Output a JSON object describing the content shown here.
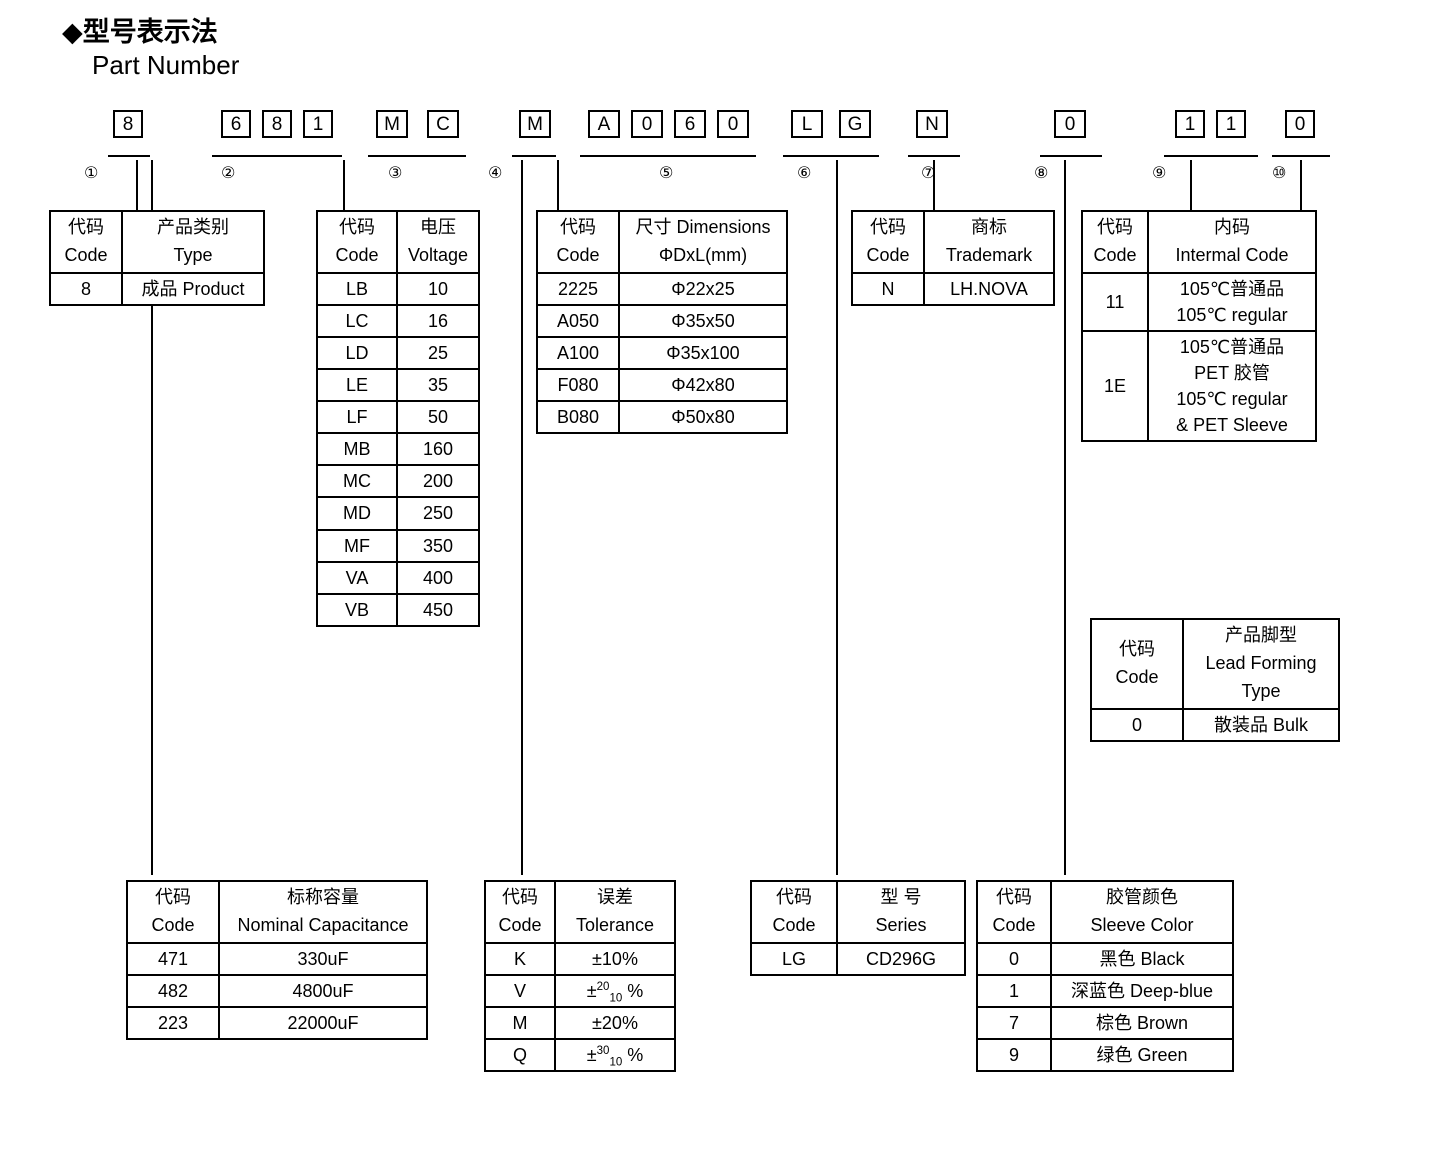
{
  "heading": {
    "cn": "◆型号表示法",
    "en": "Part Number"
  },
  "part_number_boxes": [
    {
      "label": "8",
      "group": 1
    },
    {
      "label": "6",
      "group": 2
    },
    {
      "label": "8",
      "group": 2
    },
    {
      "label": "1",
      "group": 2
    },
    {
      "label": "M",
      "group": 3
    },
    {
      "label": "C",
      "group": 3
    },
    {
      "label": "M",
      "group": 4
    },
    {
      "label": "A",
      "group": 5
    },
    {
      "label": "0",
      "group": 5
    },
    {
      "label": "6",
      "group": 5
    },
    {
      "label": "0",
      "group": 5
    },
    {
      "label": "L",
      "group": 6
    },
    {
      "label": "G",
      "group": 6
    },
    {
      "label": "N",
      "group": 7
    },
    {
      "label": "0",
      "group": 8
    },
    {
      "label": "1",
      "group": 9
    },
    {
      "label": "1",
      "group": 9
    },
    {
      "label": "0",
      "group": 10
    }
  ],
  "indices": [
    "①",
    "②",
    "③",
    "④",
    "⑤",
    "⑥",
    "⑦",
    "⑧",
    "⑨",
    "⑩"
  ],
  "tables": {
    "type": {
      "header": {
        "code_cn": "代码",
        "code_en": "Code",
        "val_cn": "产品类别",
        "val_en": "Type"
      },
      "rows": [
        {
          "code": "8",
          "value": "成品 Product"
        }
      ]
    },
    "voltage": {
      "header": {
        "code_cn": "代码",
        "code_en": "Code",
        "val_cn": "电压",
        "val_en": "Voltage"
      },
      "rows": [
        {
          "code": "LB",
          "value": "10"
        },
        {
          "code": "LC",
          "value": "16"
        },
        {
          "code": "LD",
          "value": "25"
        },
        {
          "code": "LE",
          "value": "35"
        },
        {
          "code": "LF",
          "value": "50"
        },
        {
          "code": "MB",
          "value": "160"
        },
        {
          "code": "MC",
          "value": "200"
        },
        {
          "code": "MD",
          "value": "250"
        },
        {
          "code": "MF",
          "value": "350"
        },
        {
          "code": "VA",
          "value": "400"
        },
        {
          "code": "VB",
          "value": "450"
        }
      ]
    },
    "dimensions": {
      "header": {
        "code_cn": "代码",
        "code_en": "Code",
        "val_cn": "尺寸 Dimensions",
        "val_en": "ΦDxL(mm)"
      },
      "rows": [
        {
          "code": "2225",
          "value": "Φ22x25"
        },
        {
          "code": "A050",
          "value": "Φ35x50"
        },
        {
          "code": "A100",
          "value": "Φ35x100"
        },
        {
          "code": "F080",
          "value": "Φ42x80"
        },
        {
          "code": "B080",
          "value": "Φ50x80"
        }
      ]
    },
    "trademark": {
      "header": {
        "code_cn": "代码",
        "code_en": "Code",
        "val_cn": "商标",
        "val_en": "Trademark"
      },
      "rows": [
        {
          "code": "N",
          "value": "LH.NOVA"
        }
      ]
    },
    "internal_code": {
      "header": {
        "code_cn": "代码",
        "code_en": "Code",
        "val_cn": "内码",
        "val_en": "Intermal Code"
      },
      "rows": [
        {
          "code": "11",
          "lines": [
            "105℃普通品",
            "105℃  regular"
          ]
        },
        {
          "code": "1E",
          "lines": [
            "105℃普通品",
            "PET 胶管",
            "105℃  regular",
            "& PET Sleeve"
          ]
        }
      ]
    },
    "lead_forming": {
      "header": {
        "code_cn": "代码",
        "code_en": "Code",
        "val_cn": "产品脚型",
        "val_en": "Lead Forming",
        "val_en2": "Type"
      },
      "rows": [
        {
          "code": "0",
          "value": "散装品 Bulk"
        }
      ]
    },
    "capacitance": {
      "header": {
        "code_cn": "代码",
        "code_en": "Code",
        "val_cn": "标称容量",
        "val_en": "Nominal Capacitance"
      },
      "rows": [
        {
          "code": "471",
          "value": "330uF"
        },
        {
          "code": "482",
          "value": "4800uF"
        },
        {
          "code": "223",
          "value": "22000uF"
        }
      ]
    },
    "tolerance": {
      "header": {
        "code_cn": "代码",
        "code_en": "Code",
        "val_cn": "误差",
        "val_en": "Tolerance"
      },
      "rows": [
        {
          "code": "K",
          "value": "±10%",
          "sup": "",
          "sub": ""
        },
        {
          "code": "V",
          "value": "",
          "sup": "20",
          "sub": "10"
        },
        {
          "code": "M",
          "value": "±20%",
          "sup": "",
          "sub": ""
        },
        {
          "code": "Q",
          "value": "",
          "sup": "30",
          "sub": "10"
        }
      ]
    },
    "series": {
      "header": {
        "code_cn": "代码",
        "code_en": "Code",
        "val_cn": "型 号",
        "val_en": "Series"
      },
      "rows": [
        {
          "code": "LG",
          "value": "CD296G"
        }
      ]
    },
    "sleeve_color": {
      "header": {
        "code_cn": "代码",
        "code_en": "Code",
        "val_cn": "胶管颜色",
        "val_en": "Sleeve Color"
      },
      "rows": [
        {
          "code": "0",
          "value": "黑色 Black"
        },
        {
          "code": "1",
          "value": "深蓝色 Deep-blue"
        },
        {
          "code": "7",
          "value": "棕色 Brown"
        },
        {
          "code": "9",
          "value": "绿色 Green"
        }
      ]
    }
  }
}
